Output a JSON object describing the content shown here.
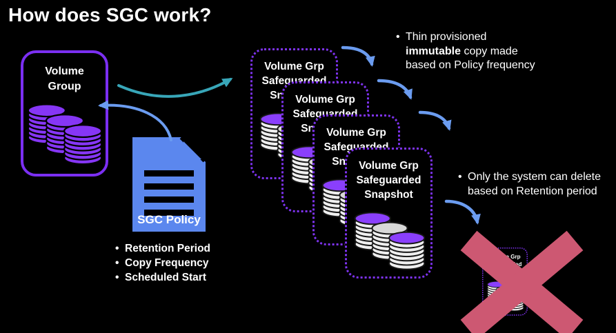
{
  "title": "How does SGC work?",
  "volume_group": {
    "line1": "Volume",
    "line2": "Group"
  },
  "policy_doc": {
    "label": "SGC Policy"
  },
  "policy_bullets": {
    "bullet": "•",
    "items": [
      "Retention Period",
      "Copy Frequency",
      "Scheduled Start"
    ]
  },
  "snapshot": {
    "line1": "Volume Grp",
    "line2": "Safeguarded",
    "line3": "Snapshot"
  },
  "annotation_top": {
    "bullet": "•",
    "line1": "Thin provisioned",
    "line2_bold": "immutable",
    "line2_rest": " copy made",
    "line3": "based on Policy frequency"
  },
  "annotation_delete": {
    "bullet": "•",
    "line1": "Only the system can delete",
    "line2": "based on Retention period"
  },
  "colors": {
    "background": "#000000",
    "text": "#ffffff",
    "volume_border_purple": "#7b2ff2",
    "disk_purple": "#8636f6",
    "snapshot_dotted_purple": "#7e33f0",
    "policy_doc_blue": "#5b87ee",
    "arrow_blue": "#6b9cf0",
    "arrow_teal": "#38a6b8",
    "delete_x_rose": "#cd5872"
  },
  "icons": {
    "volume-disks-icon": "stack of purple disk cylinders",
    "snapshot-disks-icon": "stack of white/purple disk cylinders",
    "policy-document-icon": "blue document with folded corner",
    "curved-arrow-icon": "curved connector arrow",
    "x-delete-icon": "large rose X cross"
  }
}
